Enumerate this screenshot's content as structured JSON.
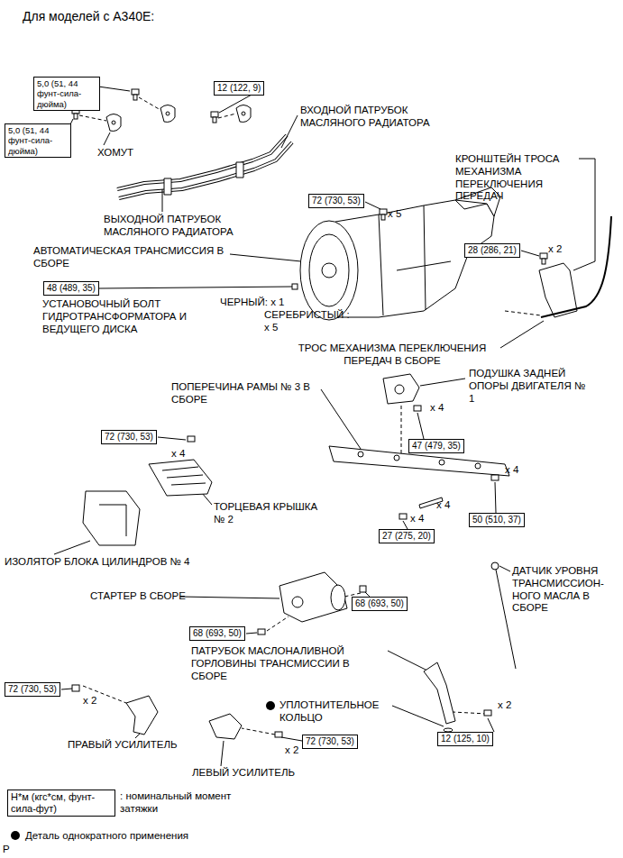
{
  "diagram": {
    "title": "Для моделей с A340E:",
    "nodes": [
      {
        "text": [
          "5,0 (51, 44 фунт-сила-дюйма)"
        ]
      },
      {
        "text": [
          "5,0 (51, 44 фунт-сила-дюйма)"
        ]
      },
      {
        "text": [
          "12 (122, 9)"
        ]
      },
      {
        "text": [
          "72 (730, 53)"
        ]
      },
      {
        "text": [
          "28 (286, 21)"
        ]
      },
      {
        "text": [
          "48 (489, 35)"
        ]
      },
      {
        "text": [
          "72 (730, 53)"
        ]
      },
      {
        "text": [
          "47 (479, 35)"
        ]
      },
      {
        "text": [
          "50 (510, 37)"
        ]
      },
      {
        "text": [
          "27 (275, 20)"
        ]
      },
      {
        "text": [
          "68 (693, 50)"
        ]
      },
      {
        "text": [
          "68 (693, 50)"
        ]
      },
      {
        "text": [
          "72 (730, 53)"
        ]
      },
      {
        "text": [
          "72 (730, 53)"
        ]
      },
      {
        "text": [
          "12 (125, 10)"
        ]
      },
      {
        "text": [
          "Н*м (кгс*см, фунт-сила-фут)"
        ]
      }
    ],
    "labels": [
      "ХОМУТ",
      "ВХОДНОЙ ПАТРУБОК МАСЛЯНОГО РАДИАТОРА",
      "ВЫХОДНОЙ ПАТРУБОК МАСЛЯНОГО РАДИАТОРА",
      "КРОНШТЕЙН ТРОСА МЕХАНИЗМА ПЕРЕКЛЮЧЕНИЯ ПЕРЕДАЧ",
      "x 5",
      "АВТОМАТИЧЕСКАЯ ТРАНСМИССИЯ В СБОРЕ",
      "x 2",
      "УСТАНОВОЧНЫЙ БОЛТ ГИДРОТРАНСФОРМАТОРА И ВЕДУЩЕГО ДИСКА",
      "ЧЕРНЫЙ: x 1",
      "СЕРЕБРИСТЫЙ : x 5",
      "ТРОС МЕХАНИЗМА ПЕРЕКЛЮЧЕНИЯ ПЕРЕДАЧ В СБОРЕ",
      "ПОПЕРЕЧИНА РАМЫ № 3 В СБОРЕ",
      "ПОДУШКА ЗАДНЕЙ ОПОРЫ ДВИГАТЕЛЯ № 1",
      "x 4",
      "x 4",
      "ТОРЦЕВАЯ КРЫШКА № 2",
      "x 4",
      "x 4",
      "x 4",
      "ИЗОЛЯТОР БЛОКА ЦИЛИНДРОВ № 4",
      "ДАТЧИК УРОВНЯ ТРАНСМИССИОН- НОГО МАСЛА В СБОРЕ",
      "СТАРТЕР В СБОРЕ",
      "ПАТРУБОК МАСЛОНАЛИВНОЙ ГОРЛОВИНЫ ТРАНСМИССИИ В СБОРЕ",
      "УПЛОТНИТЕЛЬНОЕ КОЛЬЦО",
      "x 2",
      "x 2",
      "x 2",
      "ПРАВЫЙ УСИЛИТЕЛЬ",
      "ЛЕВЫЙ УСИЛИТЕЛЬ",
      "P"
    ],
    "legend": [
      {
        "text": ": номинальный момент затяжки"
      },
      {
        "text": "Деталь однократного применения"
      }
    ]
  }
}
